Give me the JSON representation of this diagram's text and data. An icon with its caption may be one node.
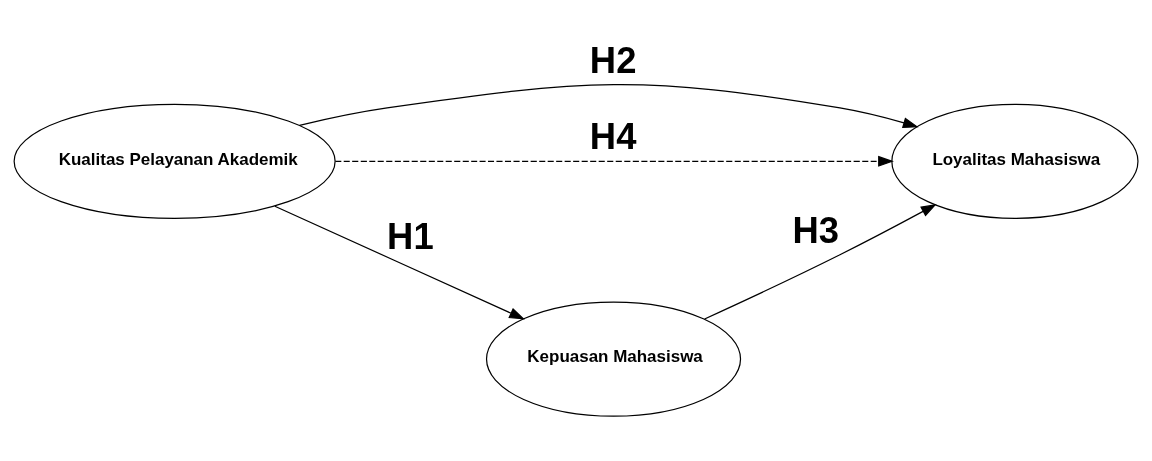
{
  "diagram": {
    "nodes": [
      {
        "text": [
          "Kualitas Pelayanan Akademik"
        ]
      },
      {
        "text": [
          "Loyalitas Mahasiswa"
        ]
      },
      {
        "text": [
          "Kepuasan Mahasiswa"
        ]
      }
    ],
    "edges": [
      {
        "from": 0,
        "to": 1,
        "arrow": "to",
        "label": "H2"
      },
      {
        "from": 0,
        "to": 1,
        "arrow": "to",
        "label": "H4",
        "style": "dashed"
      },
      {
        "from": 0,
        "to": 2,
        "arrow": "to",
        "label": "H1"
      },
      {
        "from": 2,
        "to": 1,
        "arrow": "to",
        "label": "H3"
      }
    ]
  }
}
